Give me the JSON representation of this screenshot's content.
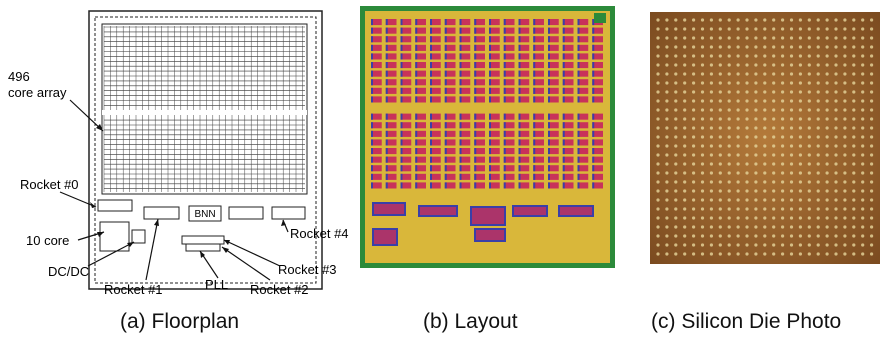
{
  "floorplan": {
    "caption": "(a) Floorplan",
    "labels": {
      "core_array_count": "496",
      "core_array": "core array",
      "rocket0": "Rocket #0",
      "core10": "10 core",
      "dcdc": "DC/DC",
      "rocket1": "Rocket #1",
      "pll": "PLL",
      "rocket2": "Rocket #2",
      "rocket3": "Rocket #3",
      "rocket4": "Rocket #4",
      "bnn": "BNN"
    }
  },
  "layout": {
    "caption": "(b) Layout"
  },
  "photo": {
    "caption": "(c) Silicon Die Photo"
  },
  "colors": {
    "layout_bg": "#d9b73a",
    "layout_border": "#2c8a3a",
    "layout_core": "#c8325a",
    "layout_core_accent": "#3a3fa8",
    "photo_bg": "#a2692e",
    "photo_bump": "#e2cf95"
  }
}
